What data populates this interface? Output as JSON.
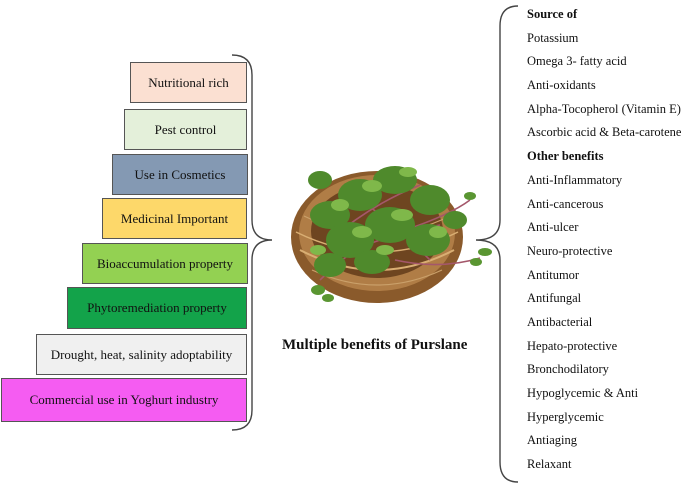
{
  "left_boxes": [
    {
      "label": "Nutritional rich",
      "color": "#fbe0d2"
    },
    {
      "label": "Pest control",
      "color": "#e4f0da"
    },
    {
      "label": "Use in Cosmetics",
      "color": "#8499b3"
    },
    {
      "label": "Medicinal Important",
      "color": "#fdd86a"
    },
    {
      "label": "Bioaccumulation property",
      "color": "#93d152"
    },
    {
      "label": "Phytoremediation property",
      "color": "#13a34a"
    },
    {
      "label": "Drought, heat, salinity adoptability",
      "color": "#f0f0f0"
    },
    {
      "label": "Commercial use in Yoghurt industry",
      "color": "#f55cf2"
    }
  ],
  "center": {
    "caption": "Multiple benefits of Purslane",
    "image": "purslane-basket"
  },
  "right_list": [
    {
      "text": "Source of",
      "header": true
    },
    {
      "text": "Potassium"
    },
    {
      "text": "Omega 3- fatty acid"
    },
    {
      "text": "Anti-oxidants"
    },
    {
      "text": "Alpha-Tocopherol (Vitamin E)"
    },
    {
      "text": "Ascorbic acid & Beta-carotene"
    },
    {
      "text": "Other benefits",
      "header": true
    },
    {
      "text": "Anti-Inflammatory"
    },
    {
      "text": "Anti-cancerous"
    },
    {
      "text": "Anti-ulcer"
    },
    {
      "text": "Neuro-protective"
    },
    {
      "text": "Antitumor"
    },
    {
      "text": "Antifungal"
    },
    {
      "text": "Antibacterial"
    },
    {
      "text": "Hepato-protective"
    },
    {
      "text": "Bronchodilatory"
    },
    {
      "text": "Hypoglycemic & Anti"
    },
    {
      "text": "Hyperglycemic"
    },
    {
      "text": "Antiaging"
    },
    {
      "text": "Relaxant"
    }
  ]
}
